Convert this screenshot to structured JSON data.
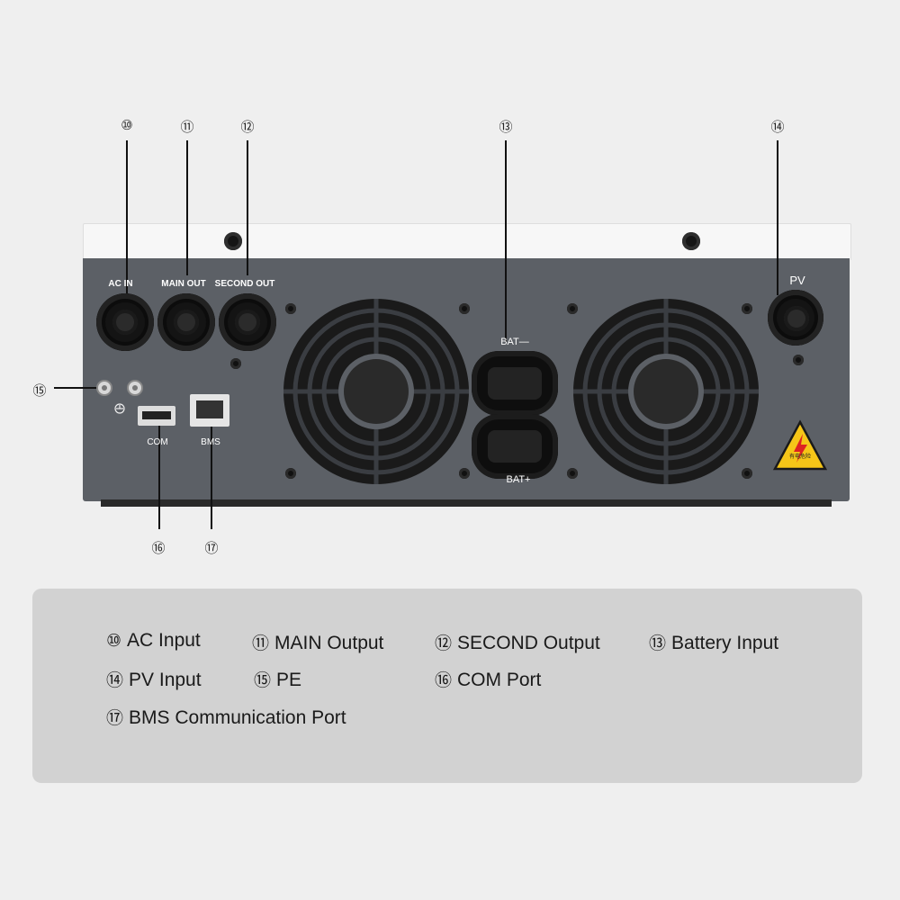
{
  "callouts": {
    "c10": "⑩",
    "c11": "⑪",
    "c12": "⑫",
    "c13": "⑬",
    "c14": "⑭",
    "c15": "⑮",
    "c16": "⑯",
    "c17": "⑰"
  },
  "panel_labels": {
    "ac_in": "AC IN",
    "main_out": "MAIN OUT",
    "second_out": "SECOND OUT",
    "pv": "PV",
    "bat_minus": "BAT—",
    "bat_plus": "BAT+",
    "com": "COM",
    "bms": "BMS",
    "warning_text": "有电危险"
  },
  "legend": [
    {
      "num": "⑩",
      "label": "AC Input"
    },
    {
      "num": "⑪",
      "label": "MAIN Output"
    },
    {
      "num": "⑫",
      "label": "SECOND Output"
    },
    {
      "num": "⑬",
      "label": "Battery Input"
    },
    {
      "num": "⑭",
      "label": "PV Input"
    },
    {
      "num": "⑮",
      "label": "PE"
    },
    {
      "num": "⑯",
      "label": "COM Port"
    },
    {
      "num": "⑰",
      "label": "BMS Communication Port"
    }
  ],
  "colors": {
    "background": "#efefef",
    "panel": "#5c6066",
    "legend_box": "#d2d2d2",
    "warning": "#f5c518"
  }
}
